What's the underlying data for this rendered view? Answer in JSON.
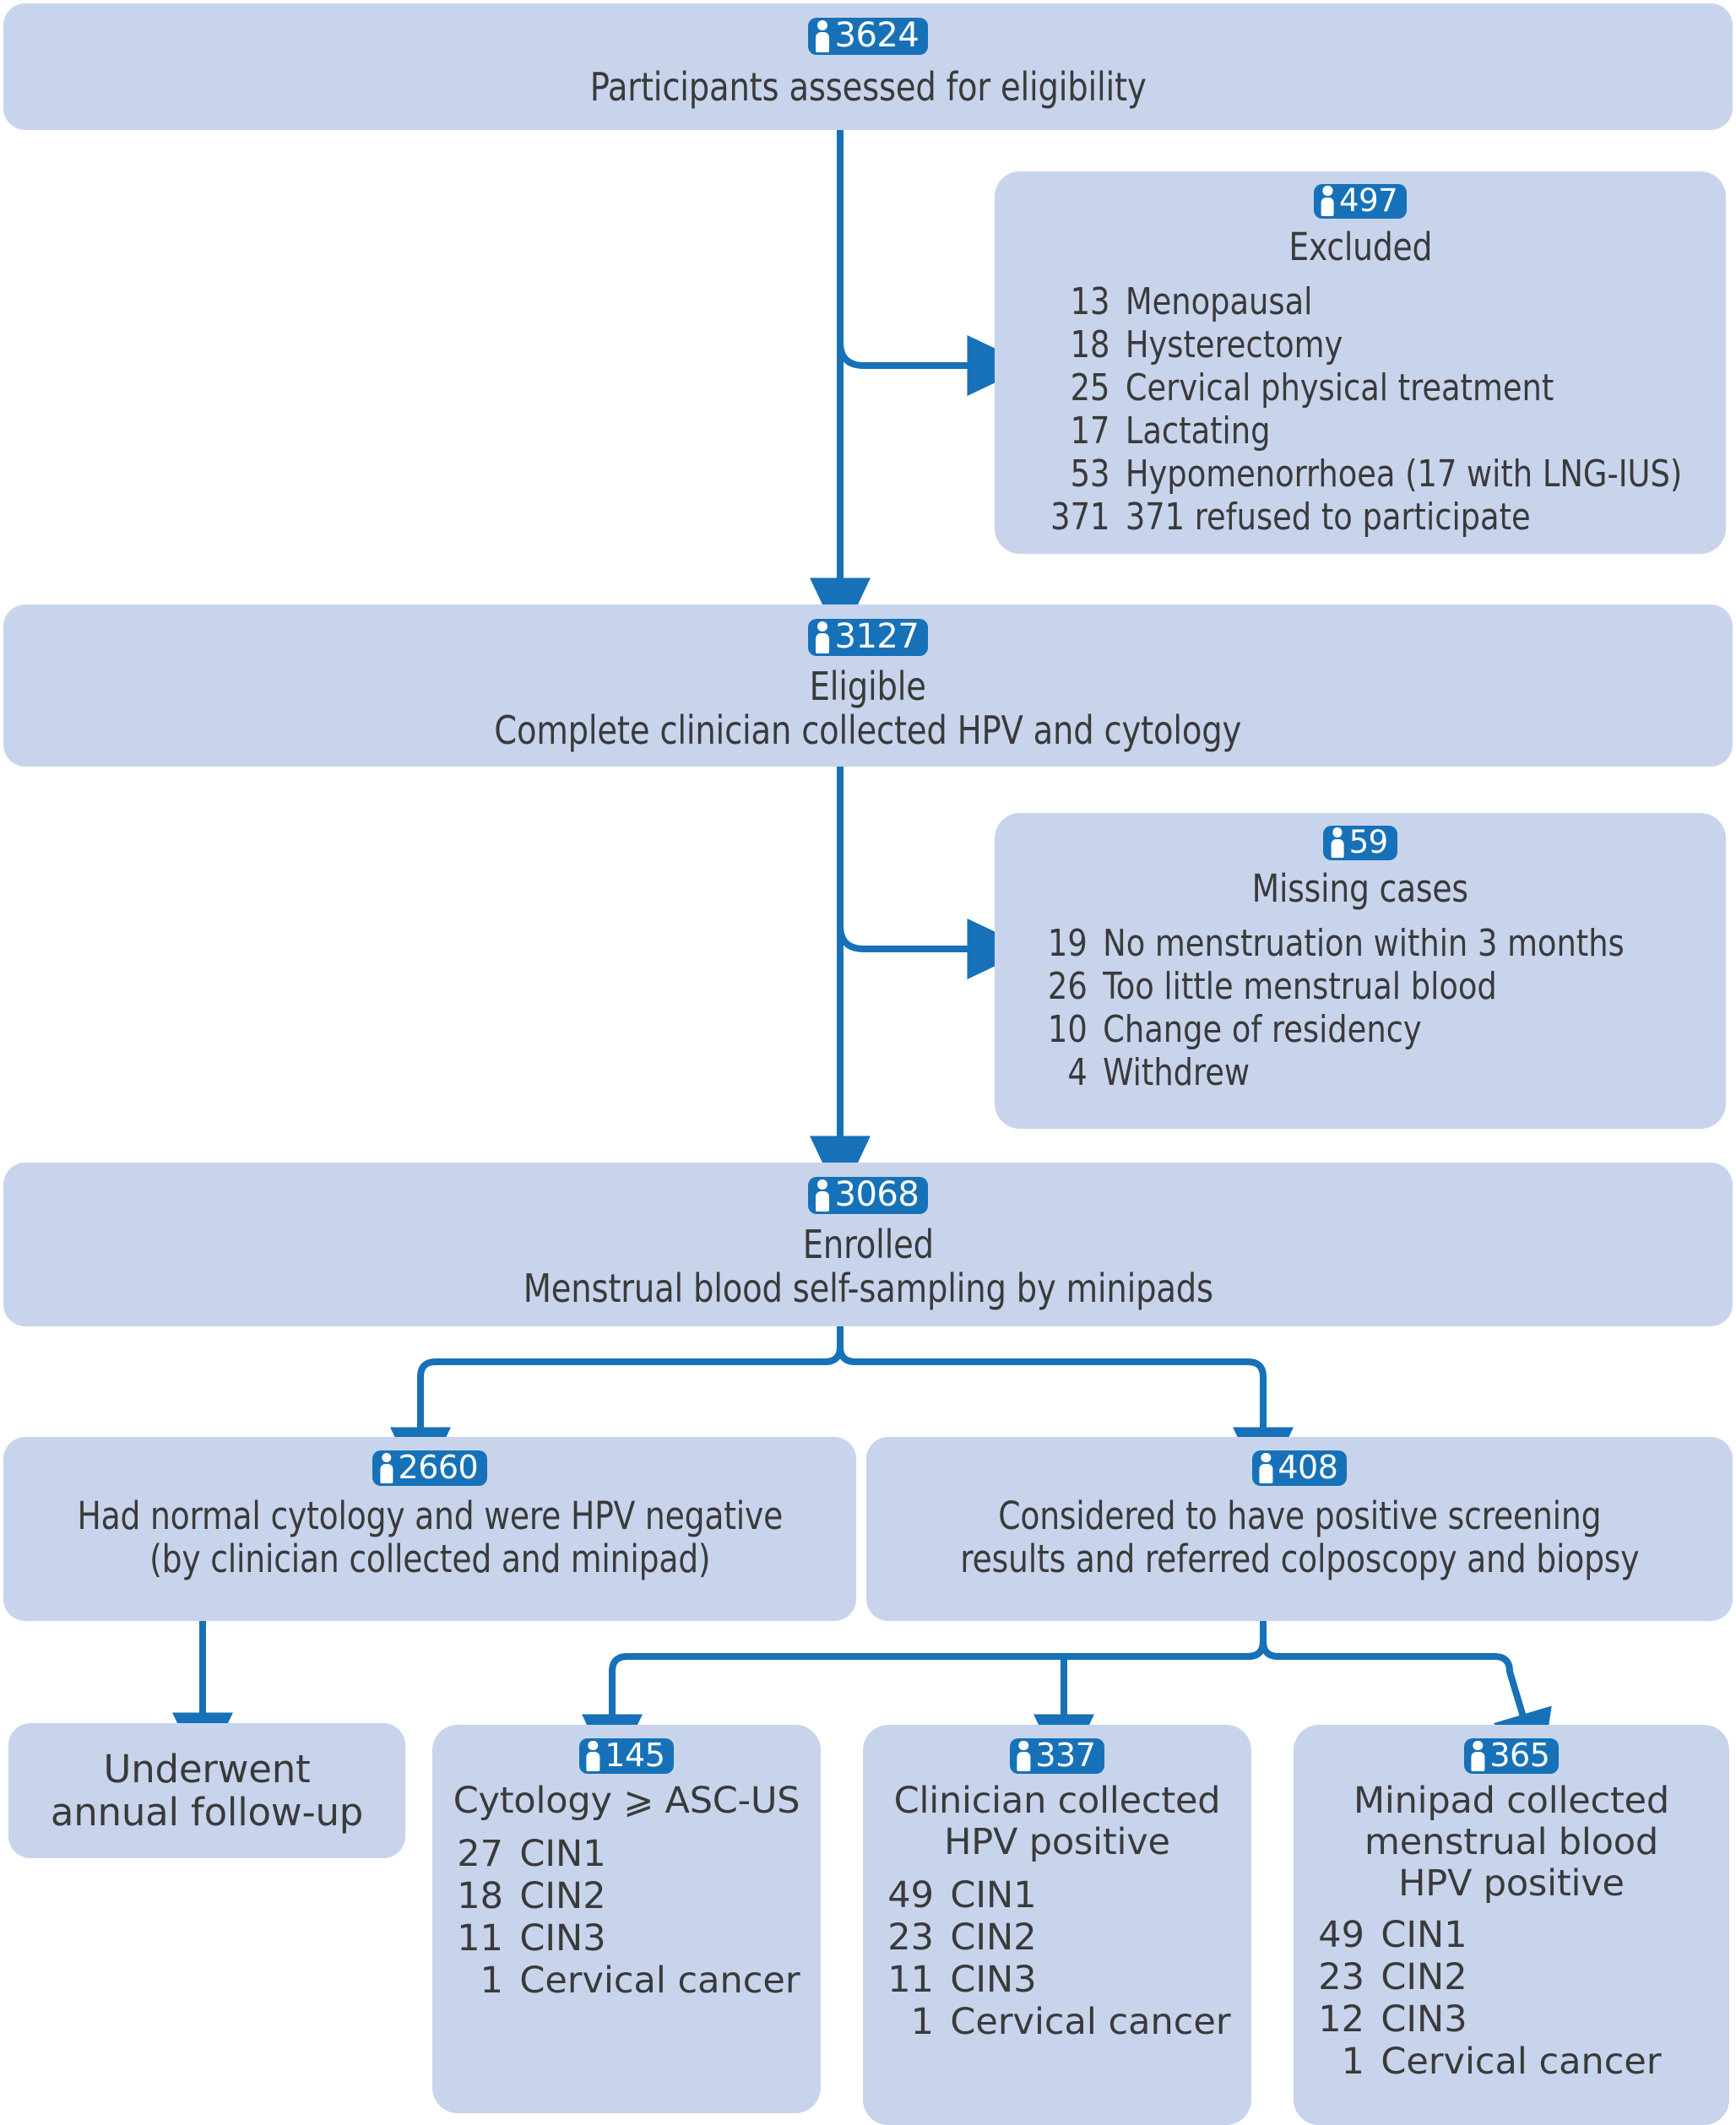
{
  "meta": {
    "kind": "study-participant-flow-diagram",
    "accent_blue": "#1671b8",
    "box_fill": "#c8d4ec",
    "text_color": "#3a3a3a"
  },
  "nodes": {
    "assessed": {
      "count": "3624",
      "title": "Participants assessed for eligibility"
    },
    "excluded": {
      "count": "497",
      "title": "Excluded",
      "items": [
        {
          "n": "13",
          "label": "Menopausal"
        },
        {
          "n": "18",
          "label": "Hysterectomy"
        },
        {
          "n": "25",
          "label": "Cervical physical treatment"
        },
        {
          "n": "17",
          "label": "Lactating"
        },
        {
          "n": "53",
          "label": "Hypomenorrhoea (17 with LNG-IUS)"
        },
        {
          "n": "371",
          "label": "371 refused to participate"
        }
      ]
    },
    "eligible": {
      "count": "3127",
      "title": "Eligible\nComplete clinician collected HPV and cytology"
    },
    "missing": {
      "count": "59",
      "title": "Missing cases",
      "items": [
        {
          "n": "19",
          "label": "No menstruation within 3 months"
        },
        {
          "n": "26",
          "label": "Too little menstrual blood"
        },
        {
          "n": "10",
          "label": "Change of residency"
        },
        {
          "n": "4",
          "label": "Withdrew"
        }
      ]
    },
    "enrolled": {
      "count": "3068",
      "title": "Enrolled\nMenstrual blood self-sampling by minipads"
    },
    "negative": {
      "count": "2660",
      "title": "Had normal cytology and were HPV negative\n(by clinician collected and minipad)"
    },
    "positive": {
      "count": "408",
      "title": "Considered to have positive screening\nresults and referred colposcopy and biopsy"
    },
    "followup": {
      "title": "Underwent\nannual follow-up"
    },
    "cytology": {
      "count": "145",
      "title": "Cytology ⩾ ASC-US",
      "items": [
        {
          "n": "27",
          "label": "CIN1"
        },
        {
          "n": "18",
          "label": "CIN2"
        },
        {
          "n": "11",
          "label": "CIN3"
        },
        {
          "n": "1",
          "label": "Cervical cancer"
        }
      ]
    },
    "clinician_hpv": {
      "count": "337",
      "title": "Clinician collected\nHPV positive",
      "items": [
        {
          "n": "49",
          "label": "CIN1"
        },
        {
          "n": "23",
          "label": "CIN2"
        },
        {
          "n": "11",
          "label": "CIN3"
        },
        {
          "n": "1",
          "label": "Cervical cancer"
        }
      ]
    },
    "minipad_hpv": {
      "count": "365",
      "title": "Minipad collected\nmenstrual blood\nHPV positive",
      "items": [
        {
          "n": "49",
          "label": "CIN1"
        },
        {
          "n": "23",
          "label": "CIN2"
        },
        {
          "n": "12",
          "label": "CIN3"
        },
        {
          "n": "1",
          "label": "Cervical cancer"
        }
      ]
    }
  },
  "chart_data": {
    "type": "flowchart",
    "title": "CONSORT-style participant flow",
    "stages": [
      {
        "id": "assessed",
        "n": 3624,
        "label": "Participants assessed for eligibility"
      },
      {
        "id": "excluded",
        "n": 497,
        "label": "Excluded"
      },
      {
        "id": "eligible",
        "n": 3127,
        "label": "Eligible"
      },
      {
        "id": "missing",
        "n": 59,
        "label": "Missing cases"
      },
      {
        "id": "enrolled",
        "n": 3068,
        "label": "Enrolled"
      },
      {
        "id": "negative",
        "n": 2660,
        "label": "Normal cytology and HPV negative"
      },
      {
        "id": "positive",
        "n": 408,
        "label": "Positive screening, referred colposcopy and biopsy"
      },
      {
        "id": "cytology",
        "n": 145,
        "label": "Cytology >= ASC-US"
      },
      {
        "id": "clinician_hpv",
        "n": 337,
        "label": "Clinician collected HPV positive"
      },
      {
        "id": "minipad_hpv",
        "n": 365,
        "label": "Minipad collected menstrual blood HPV positive"
      }
    ],
    "edges": [
      {
        "from": "assessed",
        "to": "excluded"
      },
      {
        "from": "assessed",
        "to": "eligible"
      },
      {
        "from": "eligible",
        "to": "missing"
      },
      {
        "from": "eligible",
        "to": "enrolled"
      },
      {
        "from": "enrolled",
        "to": "negative"
      },
      {
        "from": "enrolled",
        "to": "positive"
      },
      {
        "from": "negative",
        "to": "followup"
      },
      {
        "from": "positive",
        "to": "cytology"
      },
      {
        "from": "positive",
        "to": "clinician_hpv"
      },
      {
        "from": "positive",
        "to": "minipad_hpv"
      }
    ]
  }
}
